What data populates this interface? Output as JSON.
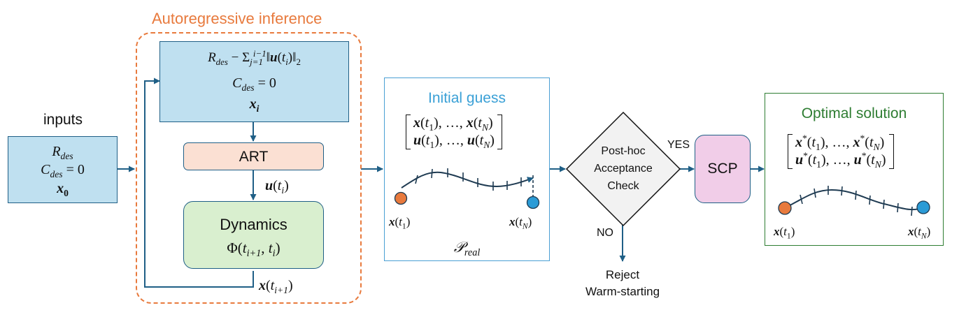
{
  "colors": {
    "arrow": "#1f5f86",
    "panel_border": "#e87a3d",
    "panel_title": "#e87a3d",
    "state_fill": "#bfe0f0",
    "state_border": "#1f5f86",
    "art_fill": "#fbe0d3",
    "dyn_fill": "#d9efcf",
    "init_border": "#4a9fd4",
    "init_title": "#3aa0d6",
    "diamond_fill": "#f2f2f2",
    "scp_fill": "#f1cde8",
    "opt_border": "#2e7d32",
    "opt_title": "#2e7d32",
    "orange_dot": "#e87a3d",
    "blue_dot": "#2b9bd6"
  },
  "inputs": {
    "label": "inputs",
    "line1": "R_des",
    "line2": "C_des = 0",
    "line3": "x_0"
  },
  "autoregressive": {
    "title": "Autoregressive inference",
    "state_line1": "R_des − Σ_{j=1}^{i−1} ‖u(t_i)‖_2",
    "state_line2": "C_des = 0",
    "state_line3": "x_i",
    "art_label": "ART",
    "art_output": "u(t_i)",
    "dynamics_title": "Dynamics",
    "dynamics_formula": "Φ(t_{i+1}, t_i)",
    "dynamics_output": "x(t_{i+1})"
  },
  "initial_guess": {
    "title": "Initial guess",
    "matrix_row1": "x(t_1), …, x(t_N)",
    "matrix_row2": "u(t_1), …, u(t_N)",
    "start_label": "x(t_1)",
    "end_label": "x(t_N)",
    "path_label": "P_real"
  },
  "check": {
    "label_line1": "Post-hoc",
    "label_line2": "Acceptance",
    "label_line3": "Check",
    "yes": "YES",
    "no": "NO",
    "reject_line1": "Reject",
    "reject_line2": "Warm-starting"
  },
  "scp": {
    "label": "SCP"
  },
  "optimal": {
    "title": "Optimal solution",
    "matrix_row1": "x*(t_1), …, x*(t_N)",
    "matrix_row2": "u*(t_1), …, u*(t_N)",
    "start_label": "x(t_1)",
    "end_label": "x(t_N)"
  }
}
